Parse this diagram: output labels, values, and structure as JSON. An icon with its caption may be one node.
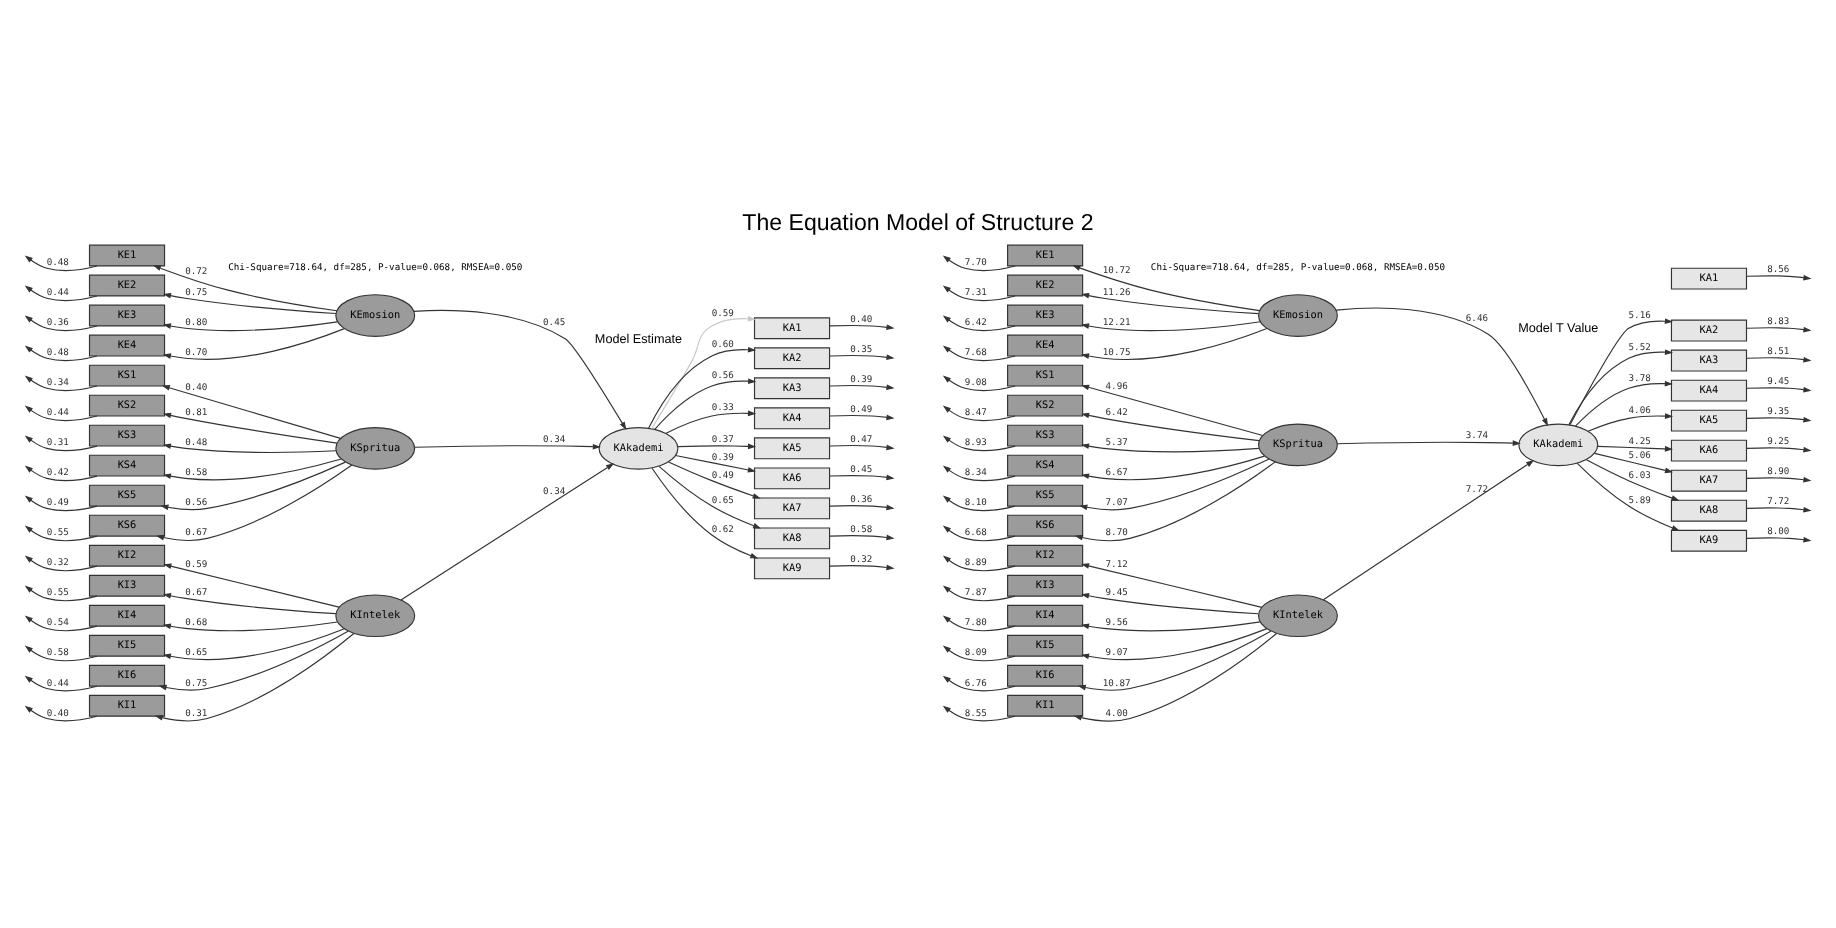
{
  "diagram": {
    "title": "The Equation Model of Structure 2",
    "nodes": [
      {
        "text": [
          "KI1"
        ]
      },
      {
        "text": [
          "KI2"
        ]
      },
      {
        "text": [
          "KI3"
        ]
      },
      {
        "text": [
          "KI4"
        ]
      },
      {
        "text": [
          "KI5"
        ]
      },
      {
        "text": [
          "KI6"
        ]
      },
      {
        "text": [
          "KIntelek"
        ]
      },
      {
        "text": [
          "KE1"
        ]
      },
      {
        "text": [
          "KE2"
        ]
      },
      {
        "text": [
          "KE3"
        ]
      },
      {
        "text": [
          "KE4"
        ]
      },
      {
        "text": [
          "KEmosion"
        ]
      },
      {
        "text": [
          "KS1"
        ]
      },
      {
        "text": [
          "KS2"
        ]
      },
      {
        "text": [
          "KS3"
        ]
      },
      {
        "text": [
          "KS4"
        ]
      },
      {
        "text": [
          "KS5"
        ]
      },
      {
        "text": [
          "KS6"
        ]
      },
      {
        "text": [
          "KSpritua"
        ]
      },
      {
        "text": [
          "KAkademi"
        ]
      },
      {
        "text": [
          "KA1"
        ]
      },
      {
        "text": [
          "KA2"
        ]
      },
      {
        "text": [
          "KA3"
        ]
      },
      {
        "text": [
          "KA4"
        ]
      },
      {
        "text": [
          "KA5"
        ]
      },
      {
        "text": [
          "KA6"
        ]
      },
      {
        "text": [
          "KA7"
        ]
      },
      {
        "text": [
          "KA8"
        ]
      },
      {
        "text": [
          "KA9"
        ]
      },
      {
        "text": [
          "KI1"
        ]
      },
      {
        "text": [
          "KI2"
        ]
      },
      {
        "text": [
          "KI3"
        ]
      },
      {
        "text": [
          "KI4"
        ]
      },
      {
        "text": [
          "KI5"
        ]
      },
      {
        "text": [
          "KI6"
        ]
      },
      {
        "text": [
          "KIntelek"
        ]
      },
      {
        "text": [
          "KE1"
        ]
      },
      {
        "text": [
          "KE2"
        ]
      },
      {
        "text": [
          "KE3"
        ]
      },
      {
        "text": [
          "KE4"
        ]
      },
      {
        "text": [
          "KEmosion"
        ]
      },
      {
        "text": [
          "KS1"
        ]
      },
      {
        "text": [
          "KS2"
        ]
      },
      {
        "text": [
          "KS3"
        ]
      },
      {
        "text": [
          "KS4"
        ]
      },
      {
        "text": [
          "KS5"
        ]
      },
      {
        "text": [
          "KS6"
        ]
      },
      {
        "text": [
          "KSpritua"
        ]
      },
      {
        "text": [
          "KAkademi"
        ]
      },
      {
        "text": [
          "KA1"
        ]
      },
      {
        "text": [
          "KA2"
        ]
      },
      {
        "text": [
          "KA3"
        ]
      },
      {
        "text": [
          "KA4"
        ]
      },
      {
        "text": [
          "KA5"
        ]
      },
      {
        "text": [
          "KA6"
        ]
      },
      {
        "text": [
          "KA7"
        ]
      },
      {
        "text": [
          "KA8"
        ]
      },
      {
        "text": [
          "KA9"
        ]
      }
    ],
    "edges": [
      {
        "from": 0,
        "to": null,
        "arrow": "to",
        "label": "0.40"
      },
      {
        "from": 1,
        "to": null,
        "arrow": "to",
        "label": "0.32"
      },
      {
        "from": 2,
        "to": null,
        "arrow": "to",
        "label": "0.55"
      },
      {
        "from": 3,
        "to": null,
        "arrow": "to",
        "label": "0.54"
      },
      {
        "from": 4,
        "to": null,
        "arrow": "to",
        "label": "0.58"
      },
      {
        "from": 5,
        "to": null,
        "arrow": "to",
        "label": "0.44"
      },
      {
        "from": 6,
        "to": 0,
        "arrow": "to",
        "label": "0.31"
      },
      {
        "from": 6,
        "to": 1,
        "arrow": "to",
        "label": "0.59"
      },
      {
        "from": 6,
        "to": 2,
        "arrow": "to",
        "label": "0.67"
      },
      {
        "from": 6,
        "to": 3,
        "arrow": "to",
        "label": "0.68"
      },
      {
        "from": 6,
        "to": 4,
        "arrow": "to",
        "label": "0.65"
      },
      {
        "from": 6,
        "to": 5,
        "arrow": "to",
        "label": "0.75"
      },
      {
        "from": 7,
        "to": null,
        "arrow": "to",
        "label": "0.48"
      },
      {
        "from": 8,
        "to": null,
        "arrow": "to",
        "label": "0.44"
      },
      {
        "from": 9,
        "to": null,
        "arrow": "to",
        "label": "0.36"
      },
      {
        "from": 10,
        "to": null,
        "arrow": "to",
        "label": "0.48"
      },
      {
        "from": 11,
        "to": 7,
        "arrow": "to",
        "label": "0.72"
      },
      {
        "from": 11,
        "to": 8,
        "arrow": "to",
        "label": "0.75"
      },
      {
        "from": 11,
        "to": 9,
        "arrow": "to",
        "label": "0.80"
      },
      {
        "from": 11,
        "to": 10,
        "arrow": "to",
        "label": "0.70"
      },
      {
        "from": 12,
        "to": null,
        "arrow": "to",
        "label": "0.34"
      },
      {
        "from": 13,
        "to": null,
        "arrow": "to",
        "label": "0.44"
      },
      {
        "from": 14,
        "to": null,
        "arrow": "to",
        "label": "0.31"
      },
      {
        "from": 15,
        "to": null,
        "arrow": "to",
        "label": "0.42"
      },
      {
        "from": 16,
        "to": null,
        "arrow": "to",
        "label": "0.49"
      },
      {
        "from": 17,
        "to": null,
        "arrow": "to",
        "label": "0.55"
      },
      {
        "from": 18,
        "to": 12,
        "arrow": "to",
        "label": "0.40"
      },
      {
        "from": 18,
        "to": 13,
        "arrow": "to",
        "label": "0.81"
      },
      {
        "from": 18,
        "to": 14,
        "arrow": "to",
        "label": "0.48"
      },
      {
        "from": 18,
        "to": 15,
        "arrow": "to",
        "label": "0.58"
      },
      {
        "from": 18,
        "to": 16,
        "arrow": "to",
        "label": "0.56"
      },
      {
        "from": 18,
        "to": 17,
        "arrow": "to",
        "label": "0.67"
      },
      {
        "from": 6,
        "to": 19,
        "arrow": "to",
        "label": "0.34"
      },
      {
        "from": 11,
        "to": 19,
        "arrow": "to",
        "label": "0.45"
      },
      {
        "from": 18,
        "to": 19,
        "arrow": "to",
        "label": "0.34"
      },
      {
        "from": 19,
        "to": 20,
        "arrow": "to",
        "label": "0.59",
        "color": "#c8c8c8"
      },
      {
        "from": 19,
        "to": 21,
        "arrow": "to",
        "label": "0.60"
      },
      {
        "from": 19,
        "to": 22,
        "arrow": "to",
        "label": "0.56"
      },
      {
        "from": 19,
        "to": 23,
        "arrow": "to",
        "label": "0.33"
      },
      {
        "from": 19,
        "to": 24,
        "arrow": "to",
        "label": "0.37"
      },
      {
        "from": 19,
        "to": 25,
        "arrow": "to",
        "label": "0.39"
      },
      {
        "from": 19,
        "to": 26,
        "arrow": "to",
        "label": "0.49"
      },
      {
        "from": 19,
        "to": 27,
        "arrow": "to",
        "label": "0.65"
      },
      {
        "from": 19,
        "to": 28,
        "arrow": "to",
        "label": "0.62"
      },
      {
        "from": 20,
        "to": null,
        "arrow": "to",
        "label": "0.40"
      },
      {
        "from": 21,
        "to": null,
        "arrow": "to",
        "label": "0.35"
      },
      {
        "from": 22,
        "to": null,
        "arrow": "to",
        "label": "0.39"
      },
      {
        "from": 23,
        "to": null,
        "arrow": "to",
        "label": "0.49"
      },
      {
        "from": 24,
        "to": null,
        "arrow": "to",
        "label": "0.47"
      },
      {
        "from": 25,
        "to": null,
        "arrow": "to",
        "label": "0.45"
      },
      {
        "from": 26,
        "to": null,
        "arrow": "to",
        "label": "0.36"
      },
      {
        "from": 27,
        "to": null,
        "arrow": "to",
        "label": "0.58"
      },
      {
        "from": 28,
        "to": null,
        "arrow": "to",
        "label": "0.32"
      },
      {
        "from": 29,
        "to": null,
        "arrow": "to",
        "label": "8.55"
      },
      {
        "from": 30,
        "to": null,
        "arrow": "to",
        "label": "8.89"
      },
      {
        "from": 31,
        "to": null,
        "arrow": "to",
        "label": "7.87"
      },
      {
        "from": 32,
        "to": null,
        "arrow": "to",
        "label": "7.80"
      },
      {
        "from": 33,
        "to": null,
        "arrow": "to",
        "label": "8.09"
      },
      {
        "from": 34,
        "to": null,
        "arrow": "to",
        "label": "6.76"
      },
      {
        "from": 35,
        "to": 29,
        "arrow": "to",
        "label": "4.00"
      },
      {
        "from": 35,
        "to": 30,
        "arrow": "to",
        "label": "7.12"
      },
      {
        "from": 35,
        "to": 31,
        "arrow": "to",
        "label": "9.45"
      },
      {
        "from": 35,
        "to": 32,
        "arrow": "to",
        "label": "9.56"
      },
      {
        "from": 35,
        "to": 33,
        "arrow": "to",
        "label": "9.07"
      },
      {
        "from": 35,
        "to": 34,
        "arrow": "to",
        "label": "10.87"
      },
      {
        "from": 36,
        "to": null,
        "arrow": "to",
        "label": "7.70"
      },
      {
        "from": 37,
        "to": null,
        "arrow": "to",
        "label": "7.31"
      },
      {
        "from": 38,
        "to": null,
        "arrow": "to",
        "label": "6.42"
      },
      {
        "from": 39,
        "to": null,
        "arrow": "to",
        "label": "7.68"
      },
      {
        "from": 40,
        "to": 36,
        "arrow": "to",
        "label": "10.72"
      },
      {
        "from": 40,
        "to": 37,
        "arrow": "to",
        "label": "11.26"
      },
      {
        "from": 40,
        "to": 38,
        "arrow": "to",
        "label": "12.21"
      },
      {
        "from": 40,
        "to": 39,
        "arrow": "to",
        "label": "10.75"
      },
      {
        "from": 41,
        "to": null,
        "arrow": "to",
        "label": "9.08"
      },
      {
        "from": 42,
        "to": null,
        "arrow": "to",
        "label": "8.47"
      },
      {
        "from": 43,
        "to": null,
        "arrow": "to",
        "label": "8.93"
      },
      {
        "from": 44,
        "to": null,
        "arrow": "to",
        "label": "8.34"
      },
      {
        "from": 45,
        "to": null,
        "arrow": "to",
        "label": "8.10"
      },
      {
        "from": 46,
        "to": null,
        "arrow": "to",
        "label": "6.68"
      },
      {
        "from": 47,
        "to": 41,
        "arrow": "to",
        "label": "4.96"
      },
      {
        "from": 47,
        "to": 42,
        "arrow": "to",
        "label": "6.42"
      },
      {
        "from": 47,
        "to": 43,
        "arrow": "to",
        "label": "5.37"
      },
      {
        "from": 47,
        "to": 44,
        "arrow": "to",
        "label": "6.67"
      },
      {
        "from": 47,
        "to": 45,
        "arrow": "to",
        "label": "7.07"
      },
      {
        "from": 47,
        "to": 46,
        "arrow": "to",
        "label": "8.70"
      },
      {
        "from": 35,
        "to": 48,
        "arrow": "to",
        "label": "7.72"
      },
      {
        "from": 40,
        "to": 48,
        "arrow": "to",
        "label": "6.46"
      },
      {
        "from": 47,
        "to": 48,
        "arrow": "to",
        "label": "3.74"
      },
      {
        "from": 48,
        "to": 50,
        "arrow": "to",
        "label": "5.16"
      },
      {
        "from": 48,
        "to": 51,
        "arrow": "to",
        "label": "5.52"
      },
      {
        "from": 48,
        "to": 52,
        "arrow": "to",
        "label": "3.78"
      },
      {
        "from": 48,
        "to": 53,
        "arrow": "to",
        "label": "4.06"
      },
      {
        "from": 48,
        "to": 54,
        "arrow": "to",
        "label": "4.25"
      },
      {
        "from": 48,
        "to": 55,
        "arrow": "to",
        "label": "5.06"
      },
      {
        "from": 48,
        "to": 56,
        "arrow": "to",
        "label": "6.03"
      },
      {
        "from": 48,
        "to": 57,
        "arrow": "to",
        "label": "5.89"
      },
      {
        "from": 49,
        "to": null,
        "arrow": "to",
        "label": "8.56"
      },
      {
        "from": 50,
        "to": null,
        "arrow": "to",
        "label": "8.83"
      },
      {
        "from": 51,
        "to": null,
        "arrow": "to",
        "label": "8.51"
      },
      {
        "from": 52,
        "to": null,
        "arrow": "to",
        "label": "9.45"
      },
      {
        "from": 53,
        "to": null,
        "arrow": "to",
        "label": "9.35"
      },
      {
        "from": 54,
        "to": null,
        "arrow": "to",
        "label": "9.25"
      },
      {
        "from": 55,
        "to": null,
        "arrow": "to",
        "label": "8.90"
      },
      {
        "from": 56,
        "to": null,
        "arrow": "to",
        "label": "7.72"
      },
      {
        "from": 57,
        "to": null,
        "arrow": "to",
        "label": "8.00"
      }
    ],
    "labels": [
      "Model Estimate",
      "Model T Value",
      "Chi-Square=718.64, df=285, P-value=0.068, RMSEA=0.050",
      "Chi-Square=718.64, df=285, P-value=0.068, RMSEA=0.050"
    ]
  }
}
